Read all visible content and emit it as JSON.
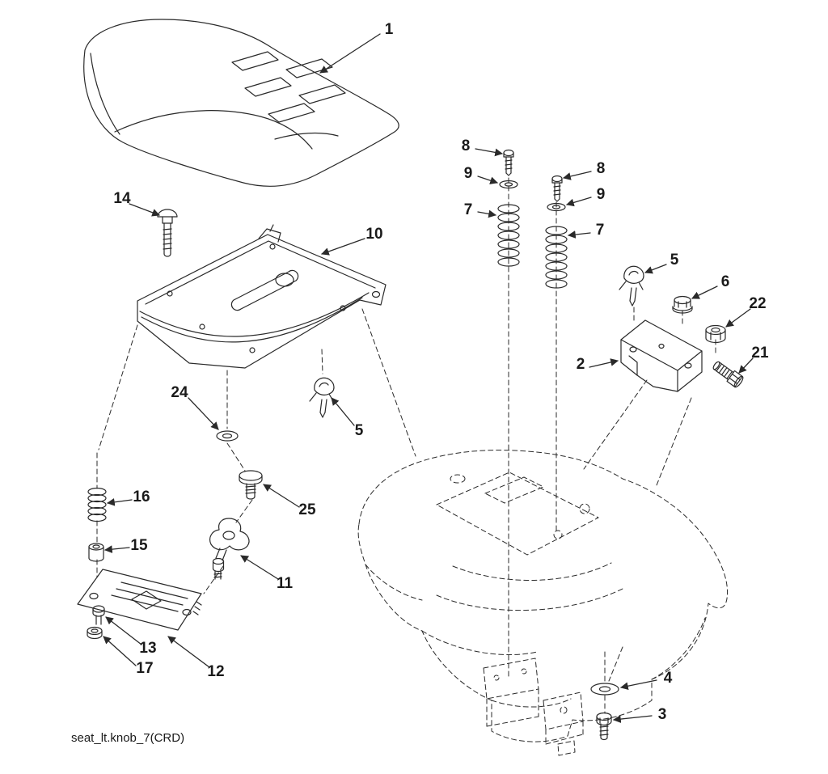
{
  "diagram": {
    "caption": "seat_lt.knob_7(CRD)",
    "colors": {
      "ink": "#2a2a2a",
      "background": "#ffffff"
    },
    "callouts": [
      {
        "label": "1",
        "part": "seat"
      },
      {
        "label": "14",
        "part": "carriage-bolt"
      },
      {
        "label": "10",
        "part": "seat-pan"
      },
      {
        "label": "8",
        "part": "screw-left"
      },
      {
        "label": "9",
        "part": "washer-left"
      },
      {
        "label": "7",
        "part": "spring-left"
      },
      {
        "label": "8",
        "part": "screw-right"
      },
      {
        "label": "9",
        "part": "washer-right"
      },
      {
        "label": "7",
        "part": "spring-right"
      },
      {
        "label": "5",
        "part": "clip-right"
      },
      {
        "label": "6",
        "part": "flange-nut"
      },
      {
        "label": "22",
        "part": "locknut"
      },
      {
        "label": "21",
        "part": "shoulder-bolt"
      },
      {
        "label": "2",
        "part": "bracket"
      },
      {
        "label": "5",
        "part": "clip-left"
      },
      {
        "label": "24",
        "part": "flat-washer"
      },
      {
        "label": "25",
        "part": "shoulder-screw"
      },
      {
        "label": "16",
        "part": "spring-small"
      },
      {
        "label": "15",
        "part": "bushing"
      },
      {
        "label": "11",
        "part": "knob"
      },
      {
        "label": "12",
        "part": "adjust-plate"
      },
      {
        "label": "13",
        "part": "bolt-small"
      },
      {
        "label": "17",
        "part": "nut-washer"
      },
      {
        "label": "4",
        "part": "washer-fender"
      },
      {
        "label": "3",
        "part": "hex-bolt"
      }
    ]
  }
}
